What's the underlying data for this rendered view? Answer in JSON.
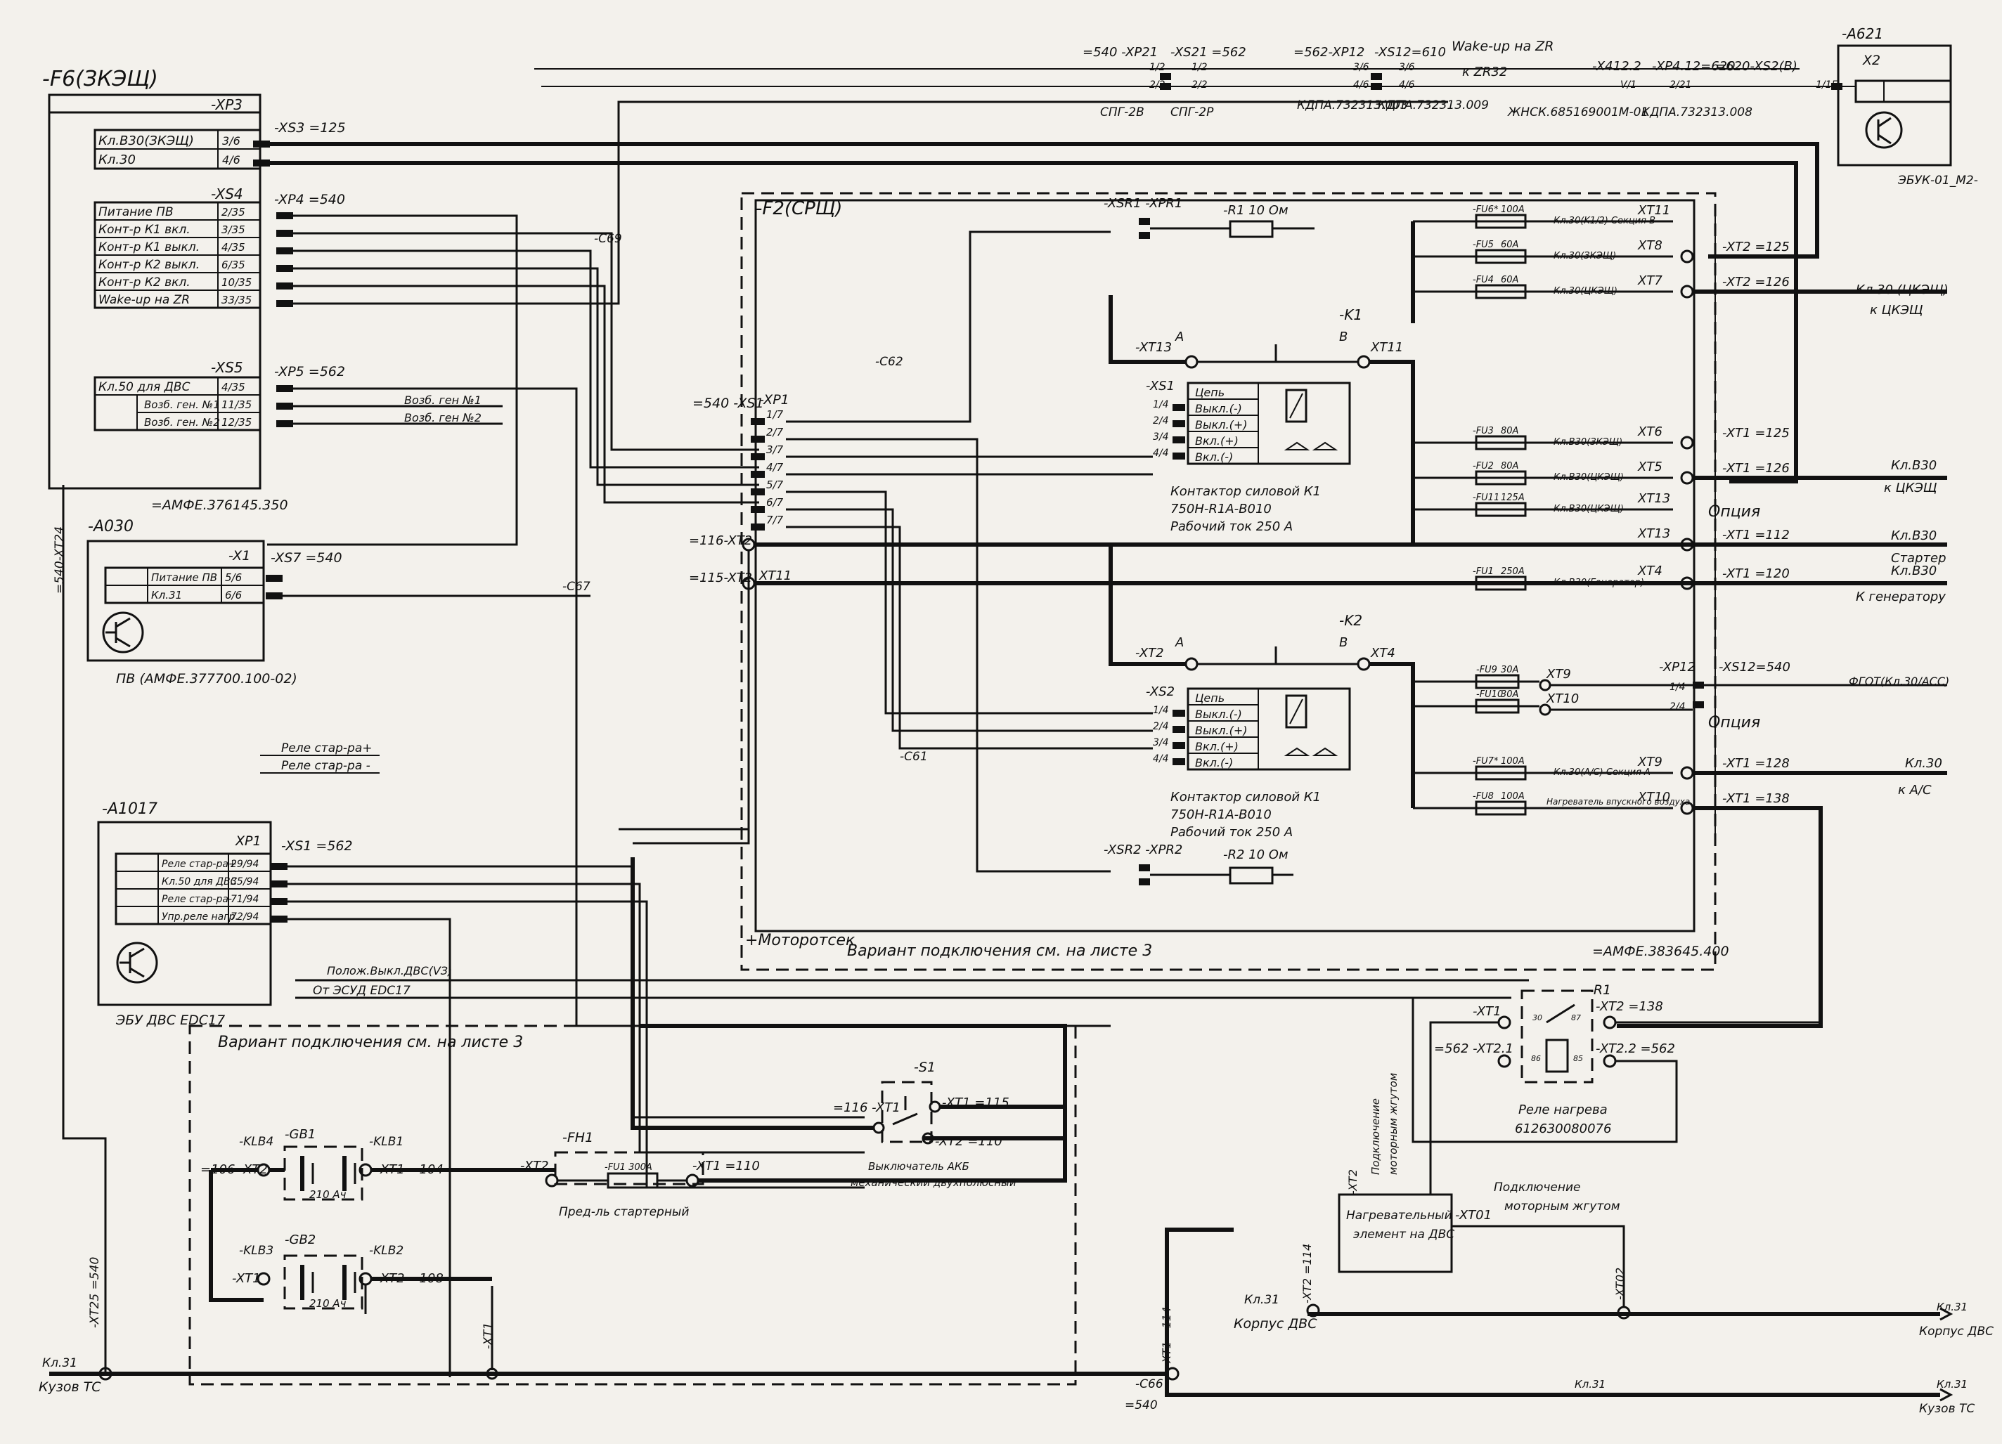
{
  "blocks": {
    "f6": {
      "title": "-F6(ЗКЭЩ)",
      "xp3": "-XP3",
      "xp3_rows": [
        "Кл.В30(ЗКЭЩ)",
        "Кл.30"
      ],
      "xp3_pins": [
        "3/6",
        "4/6"
      ],
      "xs4": "-XS4",
      "xs4_rows": [
        "Питание ПВ",
        "Конт-р К1 вкл.",
        "Конт-р К1 выкл.",
        "Конт-р К2 выкл.",
        "Конт-р К2 вкл.",
        "Wake-up на ZR"
      ],
      "xs4_pins": [
        "2/35",
        "3/35",
        "4/35",
        "6/35",
        "10/35",
        "33/35"
      ],
      "xs5": "-XS5",
      "xs5_rows": [
        "Кл.50 для ДВС",
        "Возб. ген. №1",
        "Возб. ген. №2"
      ],
      "xs5_pins": [
        "4/35",
        "11/35",
        "12/35"
      ],
      "part": "=АМФЕ.376145.350"
    },
    "a030": {
      "title": "-A030",
      "x1": "-X1",
      "rows": [
        "Питание ПВ",
        "Кл.31"
      ],
      "pins": [
        "5/6",
        "6/6"
      ],
      "caption": "ПВ (АМФЕ.377700.100-02)"
    },
    "a1017": {
      "title": "-A1017",
      "xp1": "XP1",
      "rows": [
        "Реле стар-ра+",
        "Кл.50 для ДВС",
        "Реле стар-ра-",
        "Упр.реле нагр."
      ],
      "pins": [
        "29/94",
        "35/94",
        "71/94",
        "72/94"
      ],
      "caption": "ЭБУ ДВС EDC17"
    },
    "a621": {
      "title": "-A621",
      "x2": "X2",
      "caption": "ЭБУК-01_M2-"
    },
    "f2": {
      "title": "-F2(СРЩ)",
      "part": "=АМФЕ.383645.400",
      "motor": "+Моторотсек",
      "variant": "Вариант подключения см. на листе 3"
    }
  },
  "connectors": {
    "xs3": "-XS3 =125",
    "xp4": "-XP4 =540",
    "xp5": "-XP5 =562",
    "xs7": "-XS7 =540",
    "xs1_562": "-XS1 =562",
    "xs1": "=540 -XS1",
    "xp1": "-XP1",
    "xp1_pins": [
      "1/7",
      "2/7",
      "3/7",
      "4/7",
      "5/7",
      "6/7",
      "7/7"
    ],
    "xt2_116": "=116-XT2",
    "xt2_115": "=115-XT2",
    "xt11": "XT11",
    "xsr1": "-XSR1 -XPR1",
    "xsr2": "-XSR2 -XPR2",
    "r1": "-R1 10 Ом",
    "r2": "-R2 10 Ом",
    "xs2": "-XS2",
    "xs1k": "-XS1",
    "xt13": "-XT13",
    "xt2a": "-XT2",
    "k1_xt11": "XT11",
    "k2_xt4": "XT4",
    "top": [
      "=540 -XP21",
      "-XS21 =562",
      "=562-XP12",
      "-XS12=610",
      "-X412.2",
      "-XP4.12=620",
      "=620-XS2(B)"
    ],
    "top_parts": [
      "СПГ-2В",
      "СПГ-2Р",
      "КДПА.732313.003",
      "КДПА.732313.009",
      "ЖНСК.685169001М-01",
      "КДПА.732313.008"
    ],
    "top_pins": [
      "1/2",
      "2/2",
      "1/2",
      "2/2",
      "3/6",
      "4/6",
      "3/6",
      "4/6",
      "V/1",
      "2/21",
      "1/15"
    ],
    "wake": "Wake-up на ZR",
    "wake_to": "к ZR32",
    "c69": "-C69",
    "c67": "-C67",
    "c62": "-C62",
    "c61": "-C61",
    "c66": "-C66",
    "x540": "=540-XT24",
    "xt25": "-XT25 =540",
    "xt1_114": "-XT1 =114",
    "xt2_114": "-XT2 =114",
    "xt1": "-XT1",
    "xt02": "-XT02",
    "nine": "=540"
  },
  "contactors": [
    {
      "name": "-K1",
      "a": "A",
      "b": "B",
      "rows": [
        "Цепь",
        "Выкл.(-)",
        "Выкл.(+)",
        "Вкл.(+)",
        "Вкл.(-)"
      ],
      "pins": [
        "1/4",
        "2/4",
        "3/4",
        "4/4"
      ],
      "desc": [
        "Контактор силовой К1",
        "750H-R1A-B010",
        "Рабочий ток 250 А"
      ]
    },
    {
      "name": "-K2",
      "a": "A",
      "b": "B",
      "rows": [
        "Цепь",
        "Выкл.(-)",
        "Выкл.(+)",
        "Вкл.(+)",
        "Вкл.(-)"
      ],
      "pins": [
        "1/4",
        "2/4",
        "3/4",
        "4/4"
      ],
      "desc": [
        "Контактор силовой К1",
        "750H-R1A-B010",
        "Рабочий ток 250 А"
      ]
    }
  ],
  "fuses": [
    {
      "fu": "-FU6*",
      "rating": "100А",
      "label": "Кл.30(K1/2) Секция В",
      "xt": "XT11"
    },
    {
      "fu": "-FU5",
      "rating": "60А",
      "label": "Кл.30(ЗКЭЩ)",
      "xt": "XT8"
    },
    {
      "fu": "-FU4",
      "rating": "60А",
      "label": "Кл.30(ЦКЭЩ)",
      "xt": "XT7"
    },
    {
      "fu": "-FU3",
      "rating": "80А",
      "label": "Кл.В30(ЗКЭЩ)",
      "xt": "XT6"
    },
    {
      "fu": "-FU2",
      "rating": "80А",
      "label": "Кл.В30(ЦКЭЩ)",
      "xt": "XT5"
    },
    {
      "fu": "-FU11",
      "rating": "125А",
      "label": "Кл.В30(ЦКЭЩ)",
      "xt": "XT13"
    },
    {
      "fu": "-FU1",
      "rating": "250А",
      "label": "Кл.В30(Генератор)",
      "xt": "XT4"
    },
    {
      "fu": "-FU9",
      "rating": "30А",
      "label": "",
      "xt": "XT9"
    },
    {
      "fu": "-FU10",
      "rating": "30А",
      "label": "",
      "xt": "XT10"
    },
    {
      "fu": "-FU7*",
      "rating": "100А",
      "label": "Кл.30(A/С) Секция А",
      "xt": "XT9"
    },
    {
      "fu": "-FU8",
      "rating": "100А",
      "label": "Нагреватель впускного воздуха",
      "xt": "XT10"
    }
  ],
  "outputs": [
    {
      "pin": "-XT2 =125",
      "label": ""
    },
    {
      "pin": "-XT2 =126",
      "label": "Кл.30 (ЦКЭЩ)",
      "to": "к ЦКЭЩ"
    },
    {
      "pin": "-XT1 =125",
      "label": ""
    },
    {
      "pin": "-XT1 =126",
      "label": "Кл.В30",
      "to": "к ЦКЭЩ"
    },
    {
      "pin": "-XT1 =112",
      "label": "Кл.В30",
      "to": "Стартер"
    },
    {
      "pin": "-XT1 =120",
      "label": "Кл.В30",
      "to": "К генератору"
    },
    {
      "pin": "-XS12=540",
      "label": "ФГОТ(Кл.30/ACC)"
    },
    {
      "pin": "-XT1 =128",
      "label": "Кл.30",
      "to": "к A/С"
    },
    {
      "pin": "-XT1 =138",
      "label": ""
    }
  ],
  "option_labels": [
    "Опция",
    "Опция"
  ],
  "xp12": "-XP12",
  "xp12_pins": [
    "1/4",
    "2/4"
  ],
  "gen_excite": [
    "Возб. ген №1",
    "Возб. ген №2"
  ],
  "relay_starter": [
    "Реле стар-ра+",
    "Реле стар-ра -"
  ],
  "ecu_lines": [
    "Полож.Выкл.ДВС(VЗ)",
    "От ЭСУД EDC17"
  ],
  "bottom": {
    "variant": "Вариант подключения см. на листе 3",
    "gb1": "-GB1",
    "gb2": "-GB2",
    "klb1": "-KLB1",
    "klb2": "-KLB2",
    "klb3": "-KLB3",
    "klb4": "-KLB4",
    "bat": "210 Ач",
    "xt2_106": "=106 -XT2",
    "xt1_104": "-XT1 =104",
    "xt1": "-XT1",
    "xt2_108": "-XT2 =108",
    "fh1": "-FH1",
    "fu1": "-FU1 300А",
    "fuse_caption": "Пред-ль стартерный",
    "xt2": "-XT2",
    "xt1_110": "-XT1 =110",
    "s1": "-S1",
    "xt1_116": "=116 -XT1",
    "xt1_115": "-XT1 =115",
    "xt2_110": "-XT2 =110",
    "switch_caption": [
      "Выключатель АКБ",
      "механический двухполюсный"
    ],
    "xt1_ground": "-XT1"
  },
  "heater": {
    "r1": "-R1",
    "xt1": "-XT1",
    "xt2_138": "-XT2 =138",
    "xt21": "=562 -XT2.1",
    "xt22": "-XT2.2 =562",
    "relay": "Реле нагрева",
    "relay_part": "612630080076",
    "pins": [
      "30",
      "87",
      "86",
      "85"
    ],
    "element": [
      "Нагревательный",
      "элемент на ДВС"
    ],
    "xt2": "-XT2",
    "xt01": "-XT01",
    "conn1": [
      "Подключение",
      "моторным жгутом"
    ],
    "conn2": [
      "Подключение",
      "моторным жгутом"
    ]
  },
  "grounds": {
    "kuzov_left": "Кузов ТС",
    "kl31_left": "Кл.31",
    "korpus": "Корпус ДВС",
    "kl31_mid": "Кл.31",
    "korpus_right": "Корпус ДВС",
    "kuzov_right": "Кузов ТС",
    "kl31_right": "Кл.31",
    "kl31_bottom": "Кл.31"
  },
  "colors": {
    "ink": "#111111",
    "paper": "#f3f1ec"
  }
}
